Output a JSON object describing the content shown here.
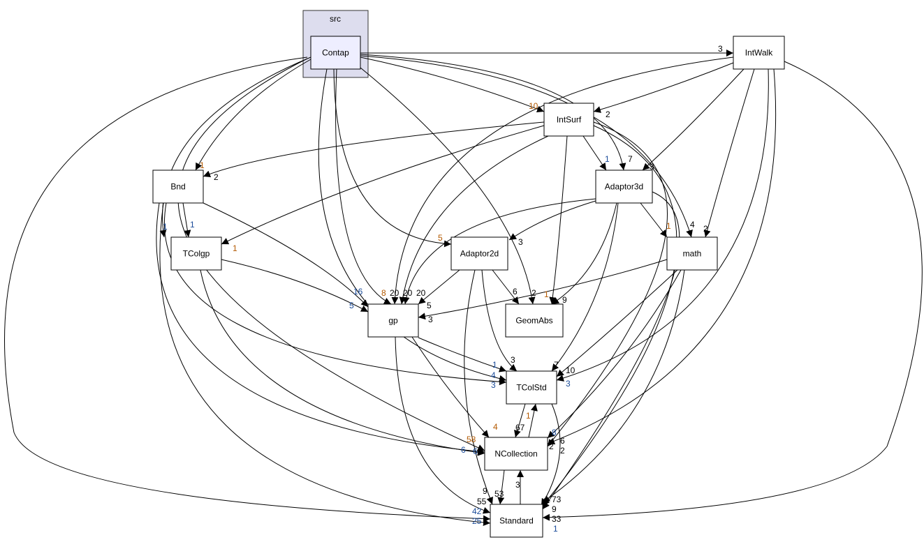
{
  "cluster": {
    "label": "src",
    "fill": "#ddddee"
  },
  "focus_fill": "#eeeeff",
  "label_colors": [
    "#000000",
    "#1a4b99",
    "#b35900"
  ],
  "nodes": [
    {
      "id": "Contap",
      "label": "Contap"
    },
    {
      "id": "IntWalk",
      "label": "IntWalk"
    },
    {
      "id": "IntSurf",
      "label": "IntSurf"
    },
    {
      "id": "Bnd",
      "label": "Bnd"
    },
    {
      "id": "Adaptor3d",
      "label": "Adaptor3d"
    },
    {
      "id": "TColgp",
      "label": "TColgp"
    },
    {
      "id": "Adaptor2d",
      "label": "Adaptor2d"
    },
    {
      "id": "math",
      "label": "math"
    },
    {
      "id": "gp",
      "label": "gp"
    },
    {
      "id": "GeomAbs",
      "label": "GeomAbs"
    },
    {
      "id": "TColStd",
      "label": "TColStd"
    },
    {
      "id": "NCollection",
      "label": "NCollection"
    },
    {
      "id": "Standard",
      "label": "Standard"
    }
  ],
  "edges": [
    {
      "from": "Contap",
      "to": "IntWalk",
      "label": "3"
    },
    {
      "from": "Contap",
      "to": "IntSurf",
      "label": "10"
    },
    {
      "from": "Contap",
      "to": "Adaptor3d",
      "label": "7"
    },
    {
      "from": "Contap",
      "to": "math",
      "label": "4"
    },
    {
      "from": "Contap",
      "to": "Bnd",
      "label": "1"
    },
    {
      "from": "Contap",
      "to": "TColgp",
      "label": "1"
    },
    {
      "from": "Contap",
      "to": "gp",
      "label": "8"
    },
    {
      "from": "Contap",
      "to": "Adaptor2d",
      "label": "5"
    },
    {
      "from": "Contap",
      "to": "GeomAbs",
      "label": "1"
    },
    {
      "from": "Contap",
      "to": "TColStd",
      "label": "4"
    },
    {
      "from": "Contap",
      "to": "NCollection",
      "label": "58"
    },
    {
      "from": "Contap",
      "to": "Standard",
      "label": "42"
    },
    {
      "from": "IntWalk",
      "to": "IntSurf",
      "label": "2"
    },
    {
      "from": "IntWalk",
      "to": "Adaptor3d",
      "label": "3"
    },
    {
      "from": "IntWalk",
      "to": "math",
      "label": "2"
    },
    {
      "from": "IntWalk",
      "to": "gp",
      "label": "20"
    },
    {
      "from": "IntWalk",
      "to": "TColStd",
      "label": "10"
    },
    {
      "from": "IntWalk",
      "to": "NCollection",
      "label": "6"
    },
    {
      "from": "IntWalk",
      "to": "Standard",
      "label": "1"
    },
    {
      "from": "IntSurf",
      "to": "Bnd",
      "label": "2"
    },
    {
      "from": "IntSurf",
      "to": "Adaptor3d",
      "label": "1"
    },
    {
      "from": "IntSurf",
      "to": "TColgp",
      "label": "1"
    },
    {
      "from": "IntSurf",
      "to": "gp",
      "label": "20"
    },
    {
      "from": "IntSurf",
      "to": "GeomAbs",
      "label": "2"
    },
    {
      "from": "IntSurf",
      "to": "NCollection",
      "label": "2"
    },
    {
      "from": "IntSurf",
      "to": "Standard",
      "label": "73"
    },
    {
      "from": "Bnd",
      "to": "TColgp",
      "label": "1"
    },
    {
      "from": "Bnd",
      "to": "gp",
      "label": "16"
    },
    {
      "from": "Bnd",
      "to": "TColStd",
      "label": "3"
    },
    {
      "from": "Bnd",
      "to": "NCollection",
      "label": "6"
    },
    {
      "from": "Bnd",
      "to": "Standard",
      "label": "25"
    },
    {
      "from": "Adaptor3d",
      "to": "Adaptor2d",
      "label": "3"
    },
    {
      "from": "Adaptor3d",
      "to": "math",
      "label": "1"
    },
    {
      "from": "Adaptor3d",
      "to": "gp",
      "label": "20"
    },
    {
      "from": "Adaptor3d",
      "to": "GeomAbs",
      "label": "9"
    },
    {
      "from": "Adaptor3d",
      "to": "TColStd",
      "label": "7"
    },
    {
      "from": "Adaptor3d",
      "to": "Standard",
      "label": "9"
    },
    {
      "from": "TColgp",
      "to": "gp",
      "label": "5"
    },
    {
      "from": "TColgp",
      "to": "NCollection",
      "label": "6"
    },
    {
      "from": "Adaptor2d",
      "to": "gp",
      "label": "5"
    },
    {
      "from": "Adaptor2d",
      "to": "GeomAbs",
      "label": "6"
    },
    {
      "from": "Adaptor2d",
      "to": "TColStd",
      "label": "3"
    },
    {
      "from": "Adaptor2d",
      "to": "Standard",
      "label": "9"
    },
    {
      "from": "math",
      "to": "gp",
      "label": "3"
    },
    {
      "from": "math",
      "to": "TColStd",
      "label": "3"
    },
    {
      "from": "math",
      "to": "NCollection",
      "label": "8"
    },
    {
      "from": "math",
      "to": "Standard",
      "label": "33"
    },
    {
      "from": "gp",
      "to": "TColStd",
      "label": "1"
    },
    {
      "from": "gp",
      "to": "NCollection",
      "label": "4"
    },
    {
      "from": "gp",
      "to": "Standard",
      "label": "55"
    },
    {
      "from": "TColStd",
      "to": "NCollection",
      "label": "67"
    },
    {
      "from": "NCollection",
      "to": "TColStd",
      "label": "1"
    },
    {
      "from": "TColStd",
      "to": "Standard",
      "label": "2"
    },
    {
      "from": "NCollection",
      "to": "Standard",
      "label": "53"
    },
    {
      "from": "Standard",
      "to": "NCollection",
      "label": "3"
    }
  ]
}
